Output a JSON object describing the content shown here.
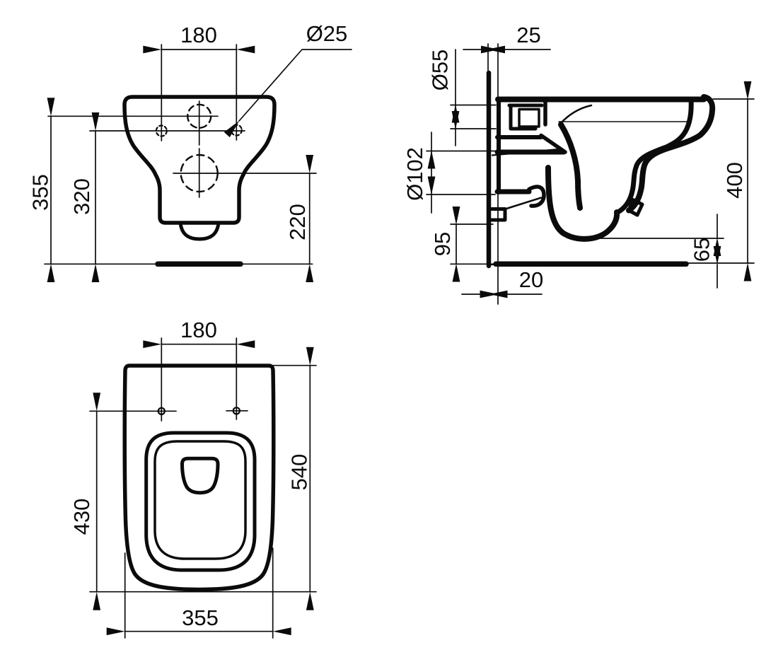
{
  "document": {
    "kind": "technical dimension drawing",
    "subject": "wall-hung WC (toilet) three orthographic views",
    "background_color": "#ffffff",
    "line_color": "#0b0b0b"
  },
  "views": {
    "rear": {
      "dims": {
        "hole_spacing": "180",
        "hole_diameter": "Ø25",
        "height_total": "355",
        "height_holes": "320",
        "height_outlet": "220"
      }
    },
    "side": {
      "dims": {
        "offset_top": "25",
        "inlet_diameter": "Ø55",
        "outlet_diameter": "Ø102",
        "height_outlet_bottom": "95",
        "offset_bottom": "20",
        "height_total": "400",
        "clearance_trap": "65"
      }
    },
    "plan": {
      "dims": {
        "hole_spacing": "180",
        "depth_holes": "430",
        "depth_total": "540",
        "width_total": "355"
      }
    }
  }
}
